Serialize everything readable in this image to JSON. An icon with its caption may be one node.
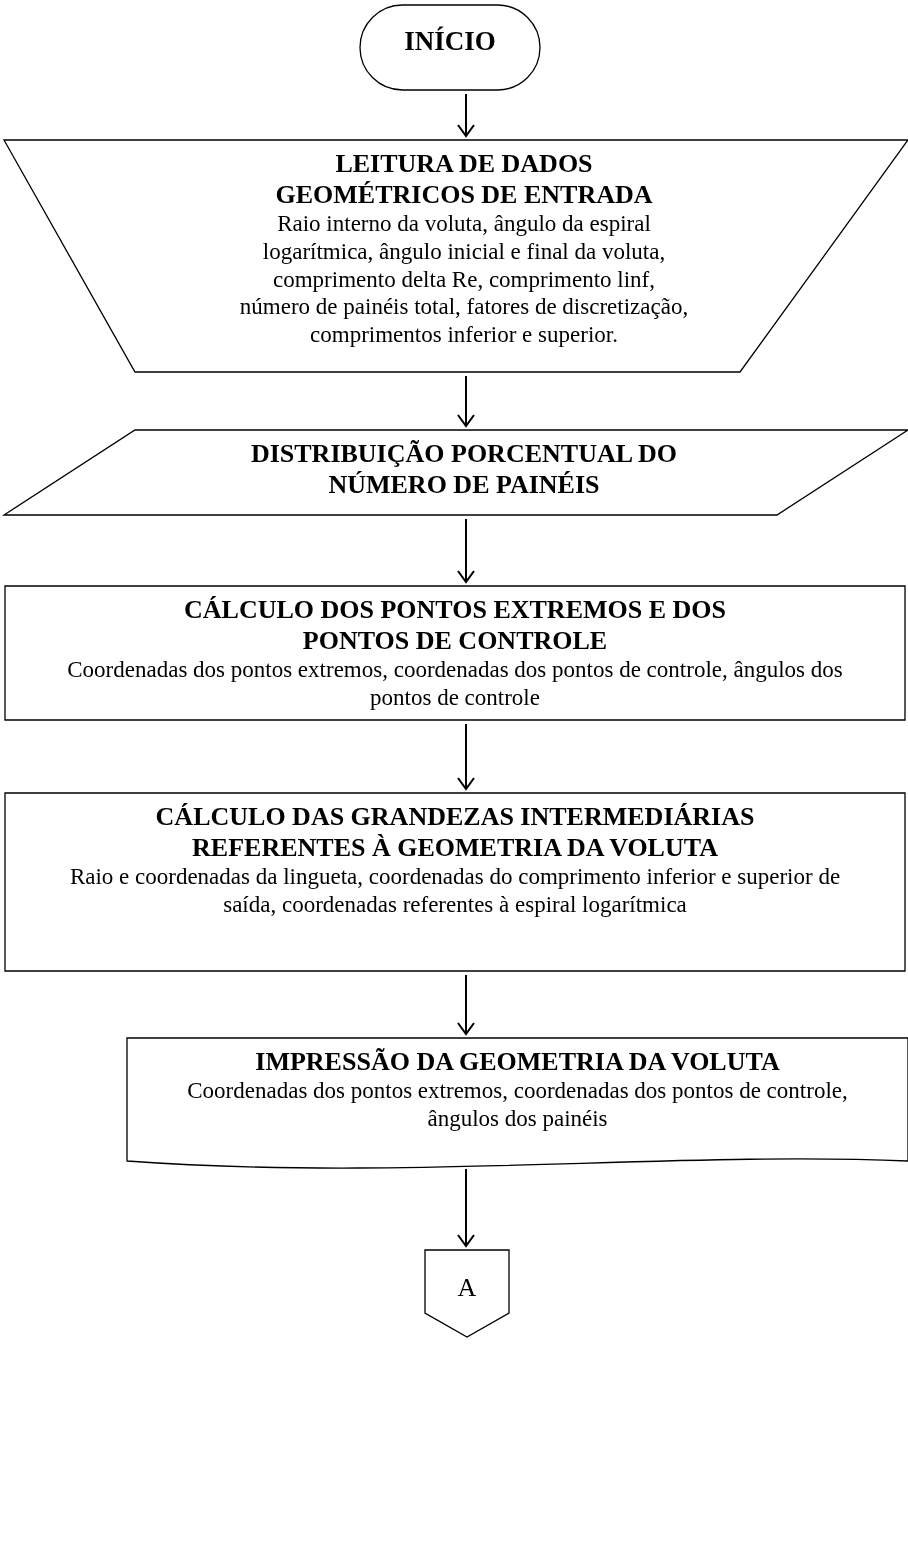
{
  "diagram": {
    "nodes": [
      {
        "text": [
          "INÍCIO"
        ]
      },
      {
        "text": [
          "LEITURA DE DADOS GEOMÉTRICOS DE ENTRADA",
          "Raio interno da voluta, ângulo da espiral logarítmica, ângulo inicial e final da voluta, comprimento delta Re, comprimento linf, número de painéis total, fatores de discretização, comprimentos inferior e superior."
        ]
      },
      {
        "text": [
          "DISTRIBUIÇÃO PORCENTUAL DO NÚMERO DE PAINÉIS"
        ]
      },
      {
        "text": [
          "CÁLCULO DOS PONTOS EXTREMOS E DOS PONTOS DE CONTROLE",
          "Coordenadas dos pontos extremos, coordenadas dos pontos de controle, ângulos dos pontos de controle"
        ]
      },
      {
        "text": [
          "CÁLCULO DAS GRANDEZAS INTERMEDIÁRIAS REFERENTES À GEOMETRIA DA VOLUTA",
          "Raio e coordenadas da lingueta, coordenadas do comprimento inferior e superior de saída, coordenadas referentes à espiral logarítmica"
        ]
      },
      {
        "text": [
          "IMPRESSÃO DA GEOMETRIA DA VOLUTA",
          "Coordenadas dos pontos extremos, coordenadas dos pontos de controle, ângulos dos painéis"
        ]
      },
      {
        "text": [
          "A"
        ]
      }
    ],
    "edges": [
      {
        "from": 0,
        "to": 1,
        "arrow": "to"
      },
      {
        "from": 1,
        "to": 2,
        "arrow": "to"
      },
      {
        "from": 2,
        "to": 3,
        "arrow": "to"
      },
      {
        "from": 3,
        "to": 4,
        "arrow": "to"
      },
      {
        "from": 4,
        "to": 5,
        "arrow": "to"
      },
      {
        "from": 5,
        "to": 6,
        "arrow": "to"
      }
    ]
  }
}
